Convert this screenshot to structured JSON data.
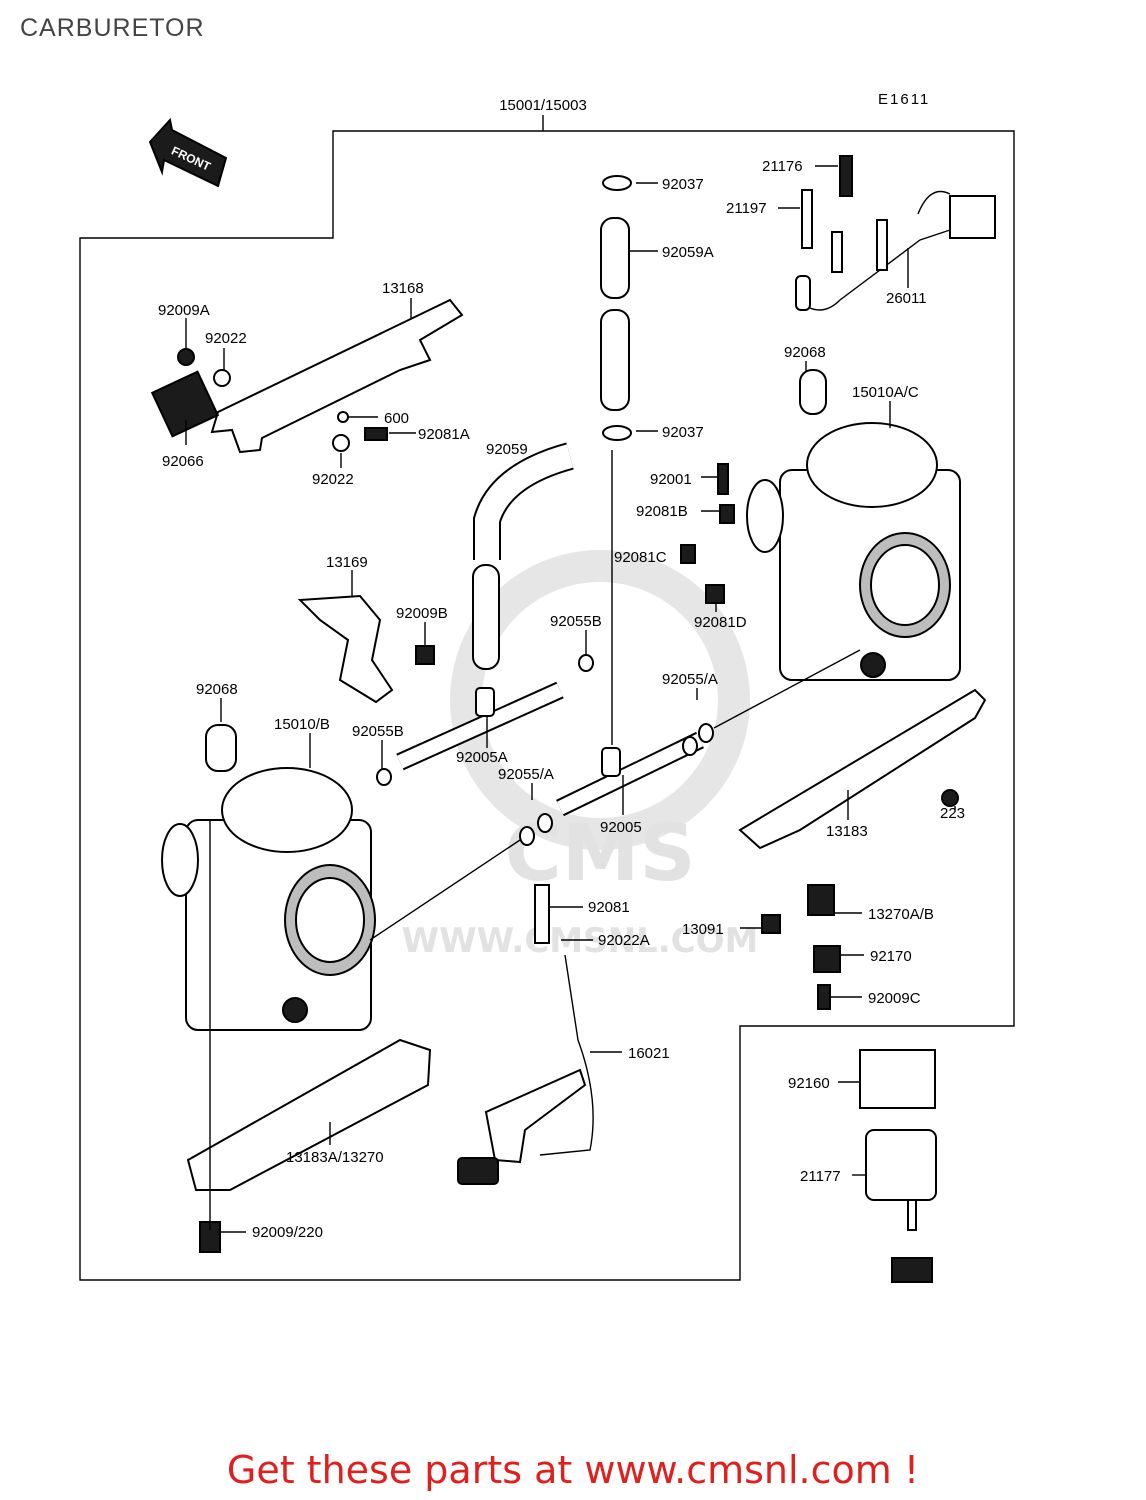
{
  "page": {
    "title": "CARBURETOR",
    "diagram_code": "E1611",
    "front_label": "FRONT",
    "footer": "Get these parts at www.cmsnl.com !",
    "watermark_logo": "CMS",
    "watermark_url": "WWW.CMSNL.COM"
  },
  "colors": {
    "footer": "#e0201f",
    "title": "#444444",
    "lines": "#000000",
    "watermark": "#e6e6e6"
  },
  "parts": {
    "p_15001": "15001/15003",
    "p_21176": "21176",
    "p_92037_top": "92037",
    "p_21197": "21197",
    "p_92059A": "92059A",
    "p_26011": "26011",
    "p_13168": "13168",
    "p_92009A": "92009A",
    "p_92022_top": "92022",
    "p_92068_right": "92068",
    "p_15010AC": "15010A/C",
    "p_600": "600",
    "p_92081A": "92081A",
    "p_92066": "92066",
    "p_92022_bottom": "92022",
    "p_92037_bottom": "92037",
    "p_92059": "92059",
    "p_92001": "92001",
    "p_92081B": "92081B",
    "p_92081C": "92081C",
    "p_13169": "13169",
    "p_92081D": "92081D",
    "p_92009B": "92009B",
    "p_92055B_top": "92055B",
    "p_92068_left": "92068",
    "p_92055A_right": "92055/A",
    "p_15010B": "15010/B",
    "p_92055B_left": "92055B",
    "p_92005A": "92005A",
    "p_92055A_mid": "92055/A",
    "p_223": "223",
    "p_92005": "92005",
    "p_13183": "13183",
    "p_92081": "92081",
    "p_13270AB": "13270A/B",
    "p_13091": "13091",
    "p_92022A": "92022A",
    "p_92170": "92170",
    "p_92009C": "92009C",
    "p_16021": "16021",
    "p_92160": "92160",
    "p_13183A": "13183A/13270",
    "p_21177": "21177",
    "p_92009_220": "92009/220"
  }
}
